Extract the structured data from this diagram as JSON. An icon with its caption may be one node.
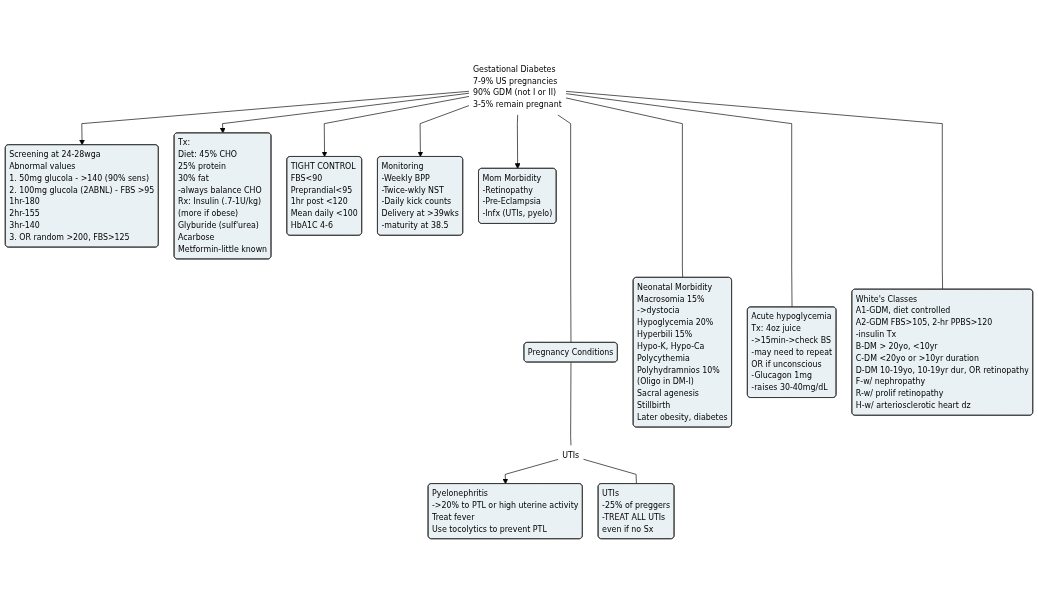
{
  "diagram": {
    "nodes": [
      {
        "text": [
          "Gestational Diabetes",
          "7-9% US pregnancies",
          "90% GDM (not I or II)",
          "3-5% remain pregnant"
        ]
      },
      {
        "text": [
          "Screening at 24-28wga",
          "Abnormal values",
          "1. 50mg glucola - >140 (90% sens)",
          "2. 100mg glucola (2ABNL) - FBS >95",
          "1hr-180",
          "2hr-155",
          "3hr-140",
          "3. OR random >200, FBS>125"
        ]
      },
      {
        "text": [
          "Tx:",
          "Diet: 45% CHO",
          "25% protein",
          "30% fat",
          "-always balance CHO",
          "Rx: Insulin (.7-1U/kg)",
          "(more if obese)",
          "Glyburide (sulf'urea)",
          "Acarbose",
          "Metformin-little known"
        ]
      },
      {
        "text": [
          "TIGHT CONTROL",
          "FBS<90",
          "Preprandial<95",
          "1hr post <120",
          "Mean daily <100",
          "HbA1C 4-6"
        ]
      },
      {
        "text": [
          "Monitoring",
          "-Weekly BPP",
          "-Twice-wkly NST",
          "-Daily kick counts",
          "Delivery at >39wks",
          "-maturity at 38.5"
        ]
      },
      {
        "text": [
          "Mom Morbidity",
          "-Retinopathy",
          "-Pre-Eclampsia",
          "-Infx (UTIs, pyelo)"
        ]
      },
      {
        "text": [
          "Pregnancy Conditions"
        ]
      },
      {
        "text": [
          "UTIs"
        ]
      },
      {
        "text": [
          "Pyelonephritis",
          "->20% to PTL or high uterine activity",
          "Treat fever",
          "Use tocolytics to prevent PTL"
        ]
      },
      {
        "text": [
          "UTIs",
          "-25% of preggers",
          "-TREAT ALL UTIs",
          "even if no Sx"
        ]
      },
      {
        "text": [
          "Neonatal Morbidity",
          "Macrosomia 15%",
          "->dystocia",
          "Hypoglycemia 20%",
          "Hyperbili 15%",
          "Hypo-K, Hypo-Ca",
          "Polycythemia",
          "Polyhydramnios 10%",
          "(Oligo in DM-I)",
          "Sacral agenesis",
          "Stillbirth",
          "Later obesity, diabetes"
        ]
      },
      {
        "text": [
          "Acute hypoglycemia",
          "Tx: 4oz juice",
          "->15min->check BS",
          "-may need to repeat",
          "OR if unconscious",
          "-Glucagon 1mg",
          "-raises 30-40mg/dL"
        ]
      },
      {
        "text": [
          "White's Classes",
          "A1-GDM, diet controlled",
          "A2-GDM FBS>105, 2-hr PPBS>120",
          "-insulin Tx",
          "B-DM > 20yo, <10yr",
          "C-DM <20yo or >10yr duration",
          "D-DM 10-19yo, 10-19yr dur, OR retinopathy",
          "F-w/ nephropathy",
          "R-w/ prolif retinopathy",
          "H-w/ arteriosclerotic heart dz"
        ]
      }
    ],
    "edges": [
      {
        "from": 0,
        "to": 1,
        "arrow": "to"
      },
      {
        "from": 0,
        "to": 2,
        "arrow": "to"
      },
      {
        "from": 0,
        "to": 3,
        "arrow": "to"
      },
      {
        "from": 0,
        "to": 4,
        "arrow": "to"
      },
      {
        "from": 0,
        "to": 5,
        "arrow": "to"
      },
      {
        "from": 0,
        "to": 6,
        "arrow": "none"
      },
      {
        "from": 6,
        "to": 7,
        "arrow": "none"
      },
      {
        "from": 7,
        "to": 8,
        "arrow": "to"
      },
      {
        "from": 7,
        "to": 9,
        "arrow": "none"
      },
      {
        "from": 0,
        "to": 10,
        "arrow": "none"
      },
      {
        "from": 0,
        "to": 11,
        "arrow": "none"
      },
      {
        "from": 0,
        "to": 12,
        "arrow": "none"
      }
    ]
  }
}
